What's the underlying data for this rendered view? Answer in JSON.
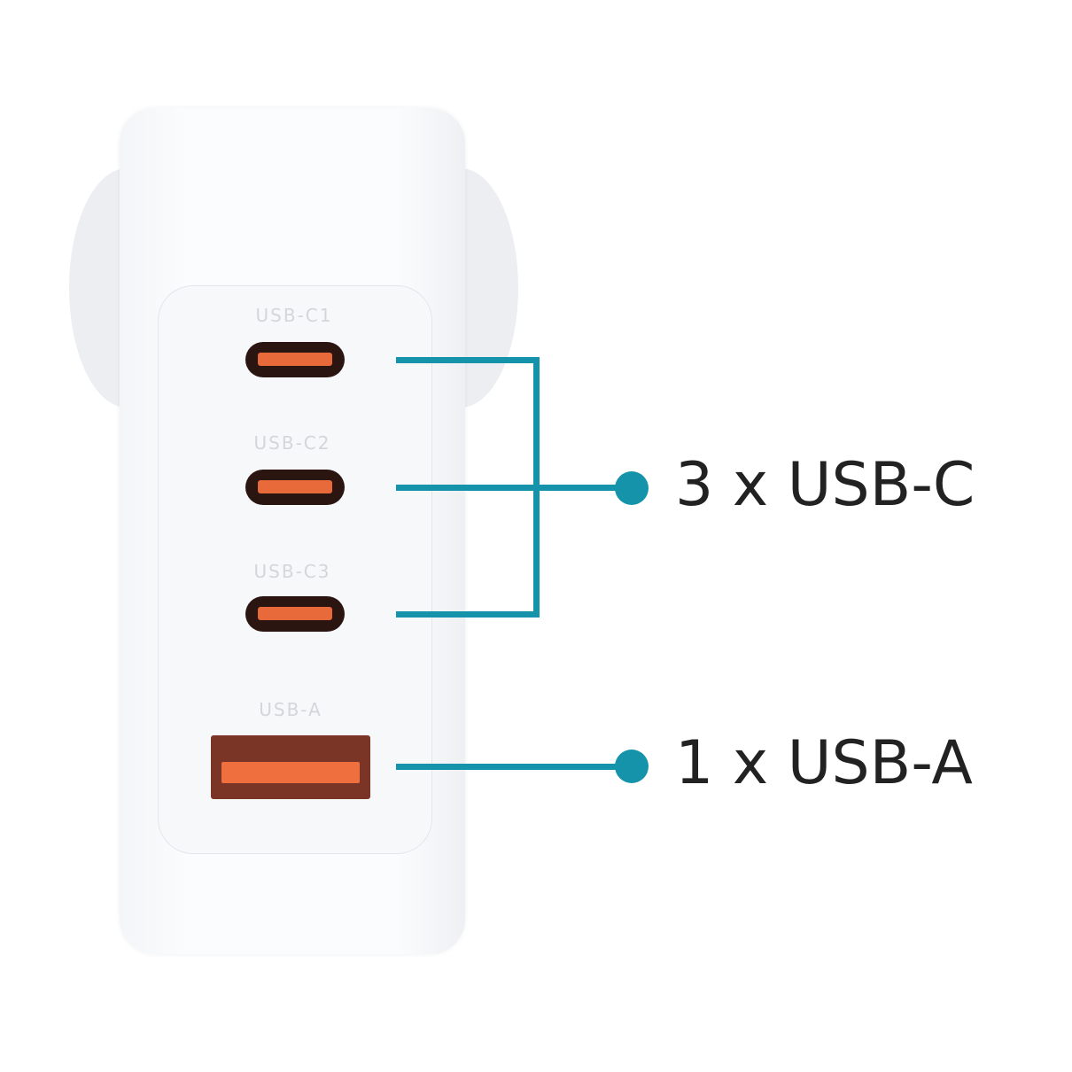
{
  "ports": [
    {
      "label": "USB-C1"
    },
    {
      "label": "USB-C2"
    },
    {
      "label": "USB-C3"
    },
    {
      "label": "USB-A"
    }
  ],
  "callouts": {
    "usb_c": "3 x USB-C",
    "usb_a": "1 x USB-A"
  },
  "colors": {
    "accent": "#1593aa",
    "port_orange": "#e8693a"
  }
}
